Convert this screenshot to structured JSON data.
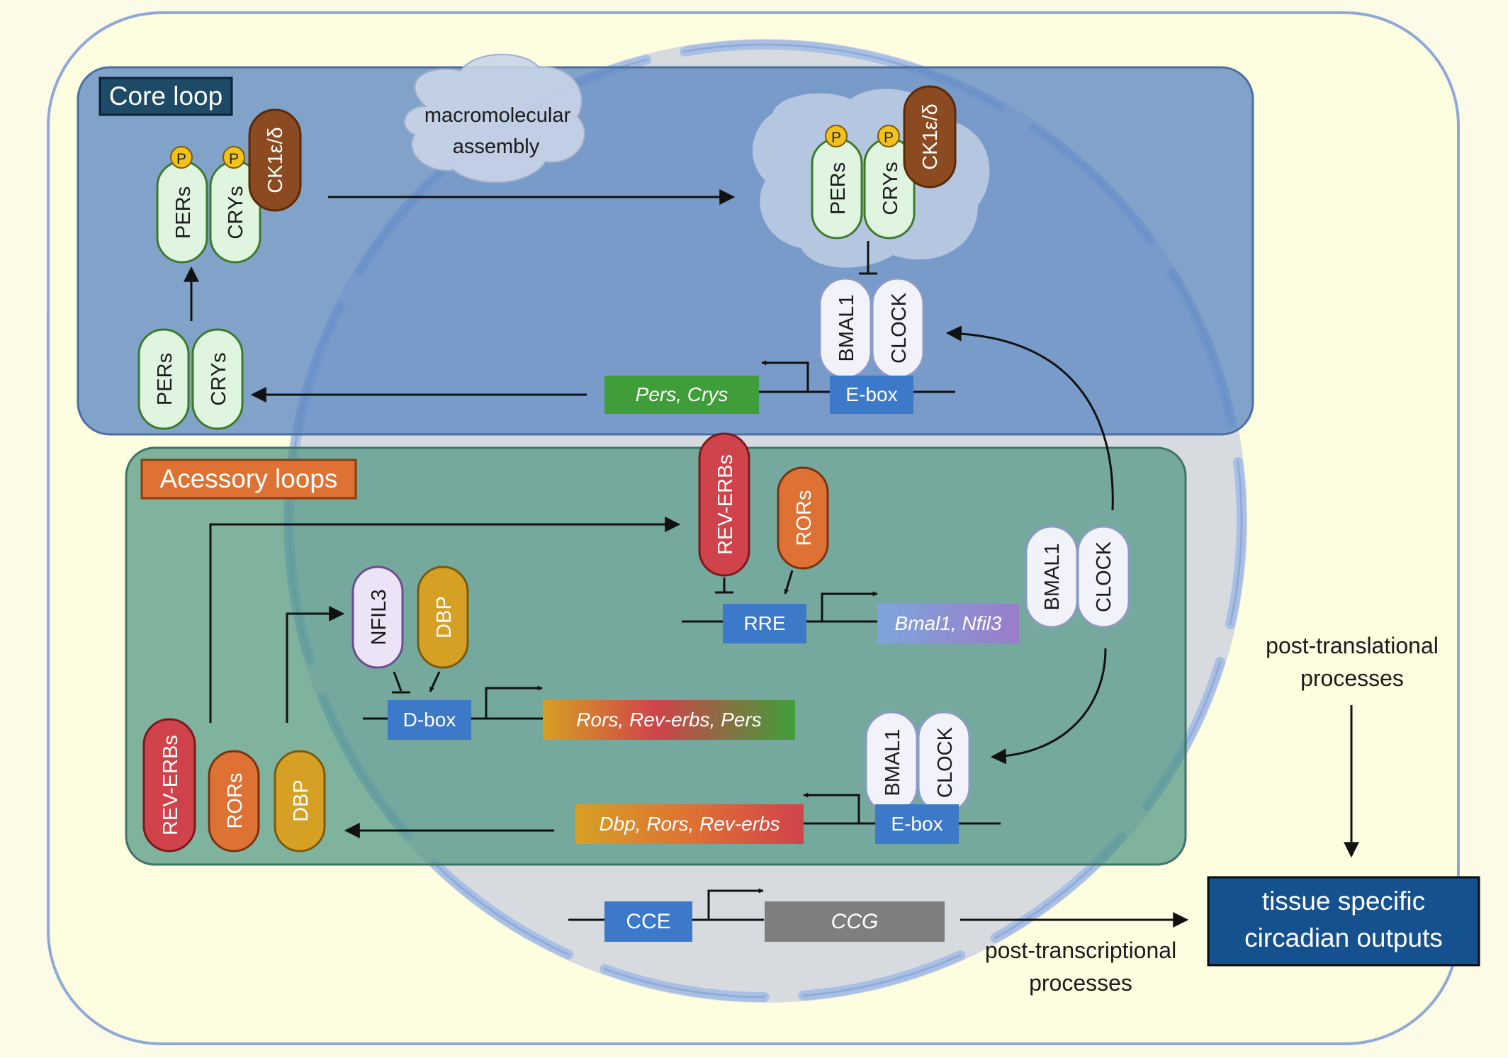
{
  "colors": {
    "page_bg": "#fbfbe8",
    "cell_bg": "#fdfde0",
    "cell_border": "#8fa9d6",
    "nucleus": "#d7dbe0",
    "nucleus_membrane": "#9fb7e0",
    "core_box": "#6f97c9",
    "accessory_box": "#5e9c8f",
    "green_light": "#dff5df",
    "green_border": "#3b7a2a",
    "ck1": "#8b4a1f",
    "phospho": "#f2c21b",
    "white_pill": "#f2f2fa",
    "rev_erb": "#d0434a",
    "ror": "#de7234",
    "dbp": "#d5a024",
    "nfil3": "#ece4f6",
    "promoter_blue": "#3d79c9",
    "gene_green": "#3f9e3a",
    "ccg_gray": "#7f7f7f",
    "output_box": "#15508f"
  },
  "core_loop": {
    "title": "Core loop",
    "cloud_label_1": "macromolecular",
    "cloud_label_2": "assembly",
    "pers": "PERs",
    "crys": "CRYs",
    "ck1": "CK1ε/δ",
    "p": "P",
    "bmal1": "BMAL1",
    "clock": "CLOCK",
    "ebox": "E-box",
    "gene": "Pers, Crys"
  },
  "accessory_loops": {
    "title": "Acessory loops",
    "rev_erbs": "REV-ERBs",
    "rors": "RORs",
    "dbp": "DBP",
    "nfil3": "NFIL3",
    "rre": "RRE",
    "rre_gene": "Bmal1, Nfil3",
    "dbox": "D-box",
    "dbox_gene": "Rors, Rev-erbs, Pers",
    "bmal1": "BMAL1",
    "clock": "CLOCK",
    "ebox": "E-box",
    "ebox_gene": "Dbp, Rors, Rev-erbs"
  },
  "outputs": {
    "cce": "CCE",
    "ccg": "CCG",
    "post_transcriptional_1": "post-transcriptional",
    "post_transcriptional_2": "processes",
    "post_translational_1": "post-translational",
    "post_translational_2": "processes",
    "output_1": "tissue specific",
    "output_2": "circadian outputs"
  }
}
